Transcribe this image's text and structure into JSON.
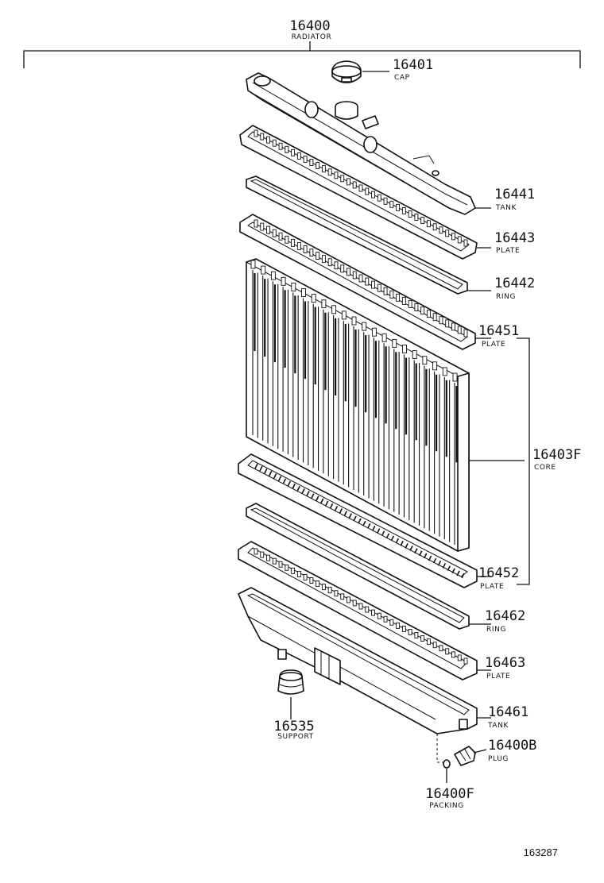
{
  "assembly": {
    "number": "16400",
    "label": "RADIATOR"
  },
  "parts": {
    "cap": {
      "number": "16401",
      "label": "CAP"
    },
    "upper_tank": {
      "number": "16441",
      "label": "TANK"
    },
    "upper_plate": {
      "number": "16443",
      "label": "PLATE"
    },
    "upper_ring": {
      "number": "16442",
      "label": "RING"
    },
    "core_plate_top": {
      "number": "16451",
      "label": "PLATE"
    },
    "core": {
      "number": "16403F",
      "label": "CORE"
    },
    "core_plate_bottom": {
      "number": "16452",
      "label": "PLATE"
    },
    "lower_ring": {
      "number": "16462",
      "label": "RING"
    },
    "lower_plate": {
      "number": "16463",
      "label": "PLATE"
    },
    "lower_tank": {
      "number": "16461",
      "label": "TANK"
    },
    "drain_plug": {
      "number": "16400B",
      "label": "PLUG"
    },
    "packing": {
      "number": "16400F",
      "label": "PACKING"
    },
    "support": {
      "number": "16535",
      "label": "SUPPORT"
    }
  },
  "reference_number": "163287"
}
